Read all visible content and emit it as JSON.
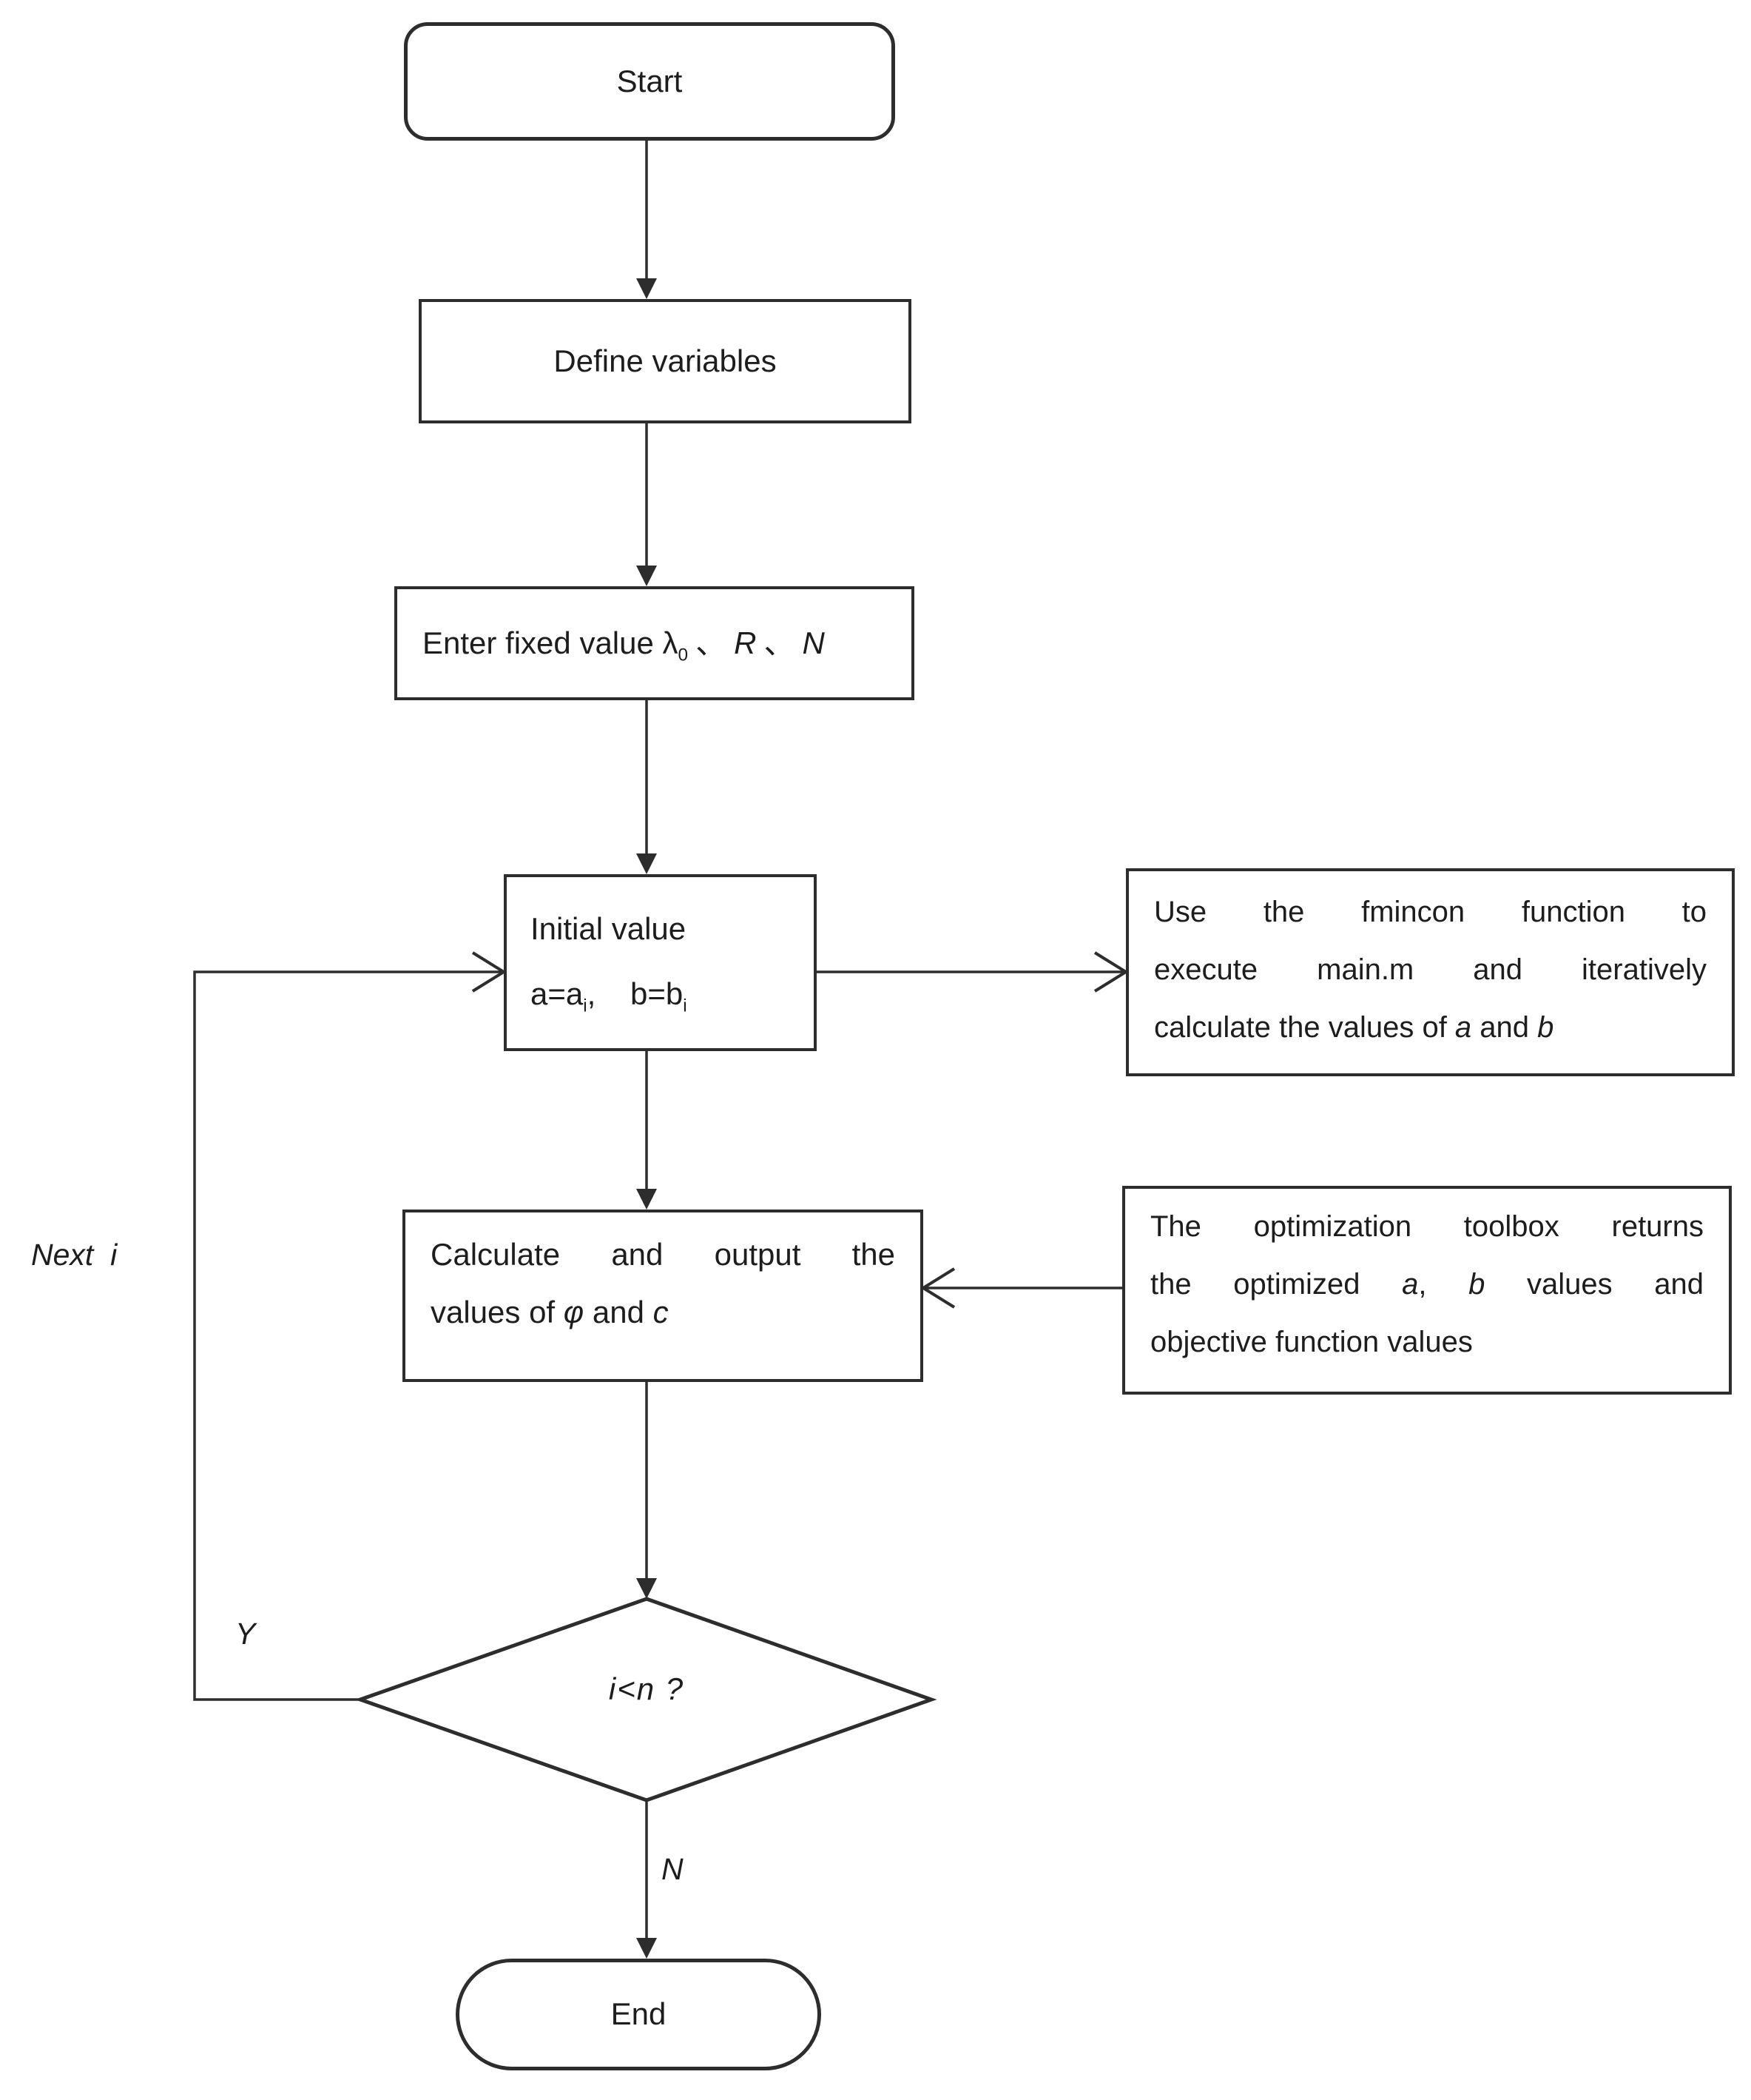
{
  "flowchart": {
    "nodes": {
      "start": {
        "label": "Start"
      },
      "define_variables": {
        "label": "Define variables"
      },
      "enter_fixed_value": {
        "t1": "Enter fixed value ",
        "lambda": "λ",
        "lambda_sub": "0",
        "sep1": "、",
        "R": "R",
        "sep2": "、",
        "N": "N"
      },
      "initial_value": {
        "line1": "Initial value",
        "a_eq": "a=a",
        "a_sub": "i",
        "comma_gap": ",    ",
        "b_eq": "b=b",
        "b_sub": "i"
      },
      "fmincon_note": {
        "line1": "Use the fmincon function to",
        "line2": "execute main.m and iteratively",
        "line3_t1": "calculate the values of ",
        "a": "a",
        "line3_t2": " and ",
        "b": "b"
      },
      "calculate_output": {
        "line1": "Calculate and output the",
        "line2_t1": "values of ",
        "phi": "φ",
        "line2_t2": " and ",
        "c": "c"
      },
      "toolbox_note": {
        "line1": "The optimization toolbox returns",
        "line2_t1": "the optimized ",
        "a": "a",
        "line2_t2": ", ",
        "b": "b",
        "line2_t3": " values and",
        "line3": "objective function values"
      },
      "decision": {
        "condition": "i<n ?"
      },
      "end": {
        "label": "End"
      }
    },
    "edge_labels": {
      "loop": "Next  i",
      "yes": "Y",
      "no": "N"
    }
  }
}
